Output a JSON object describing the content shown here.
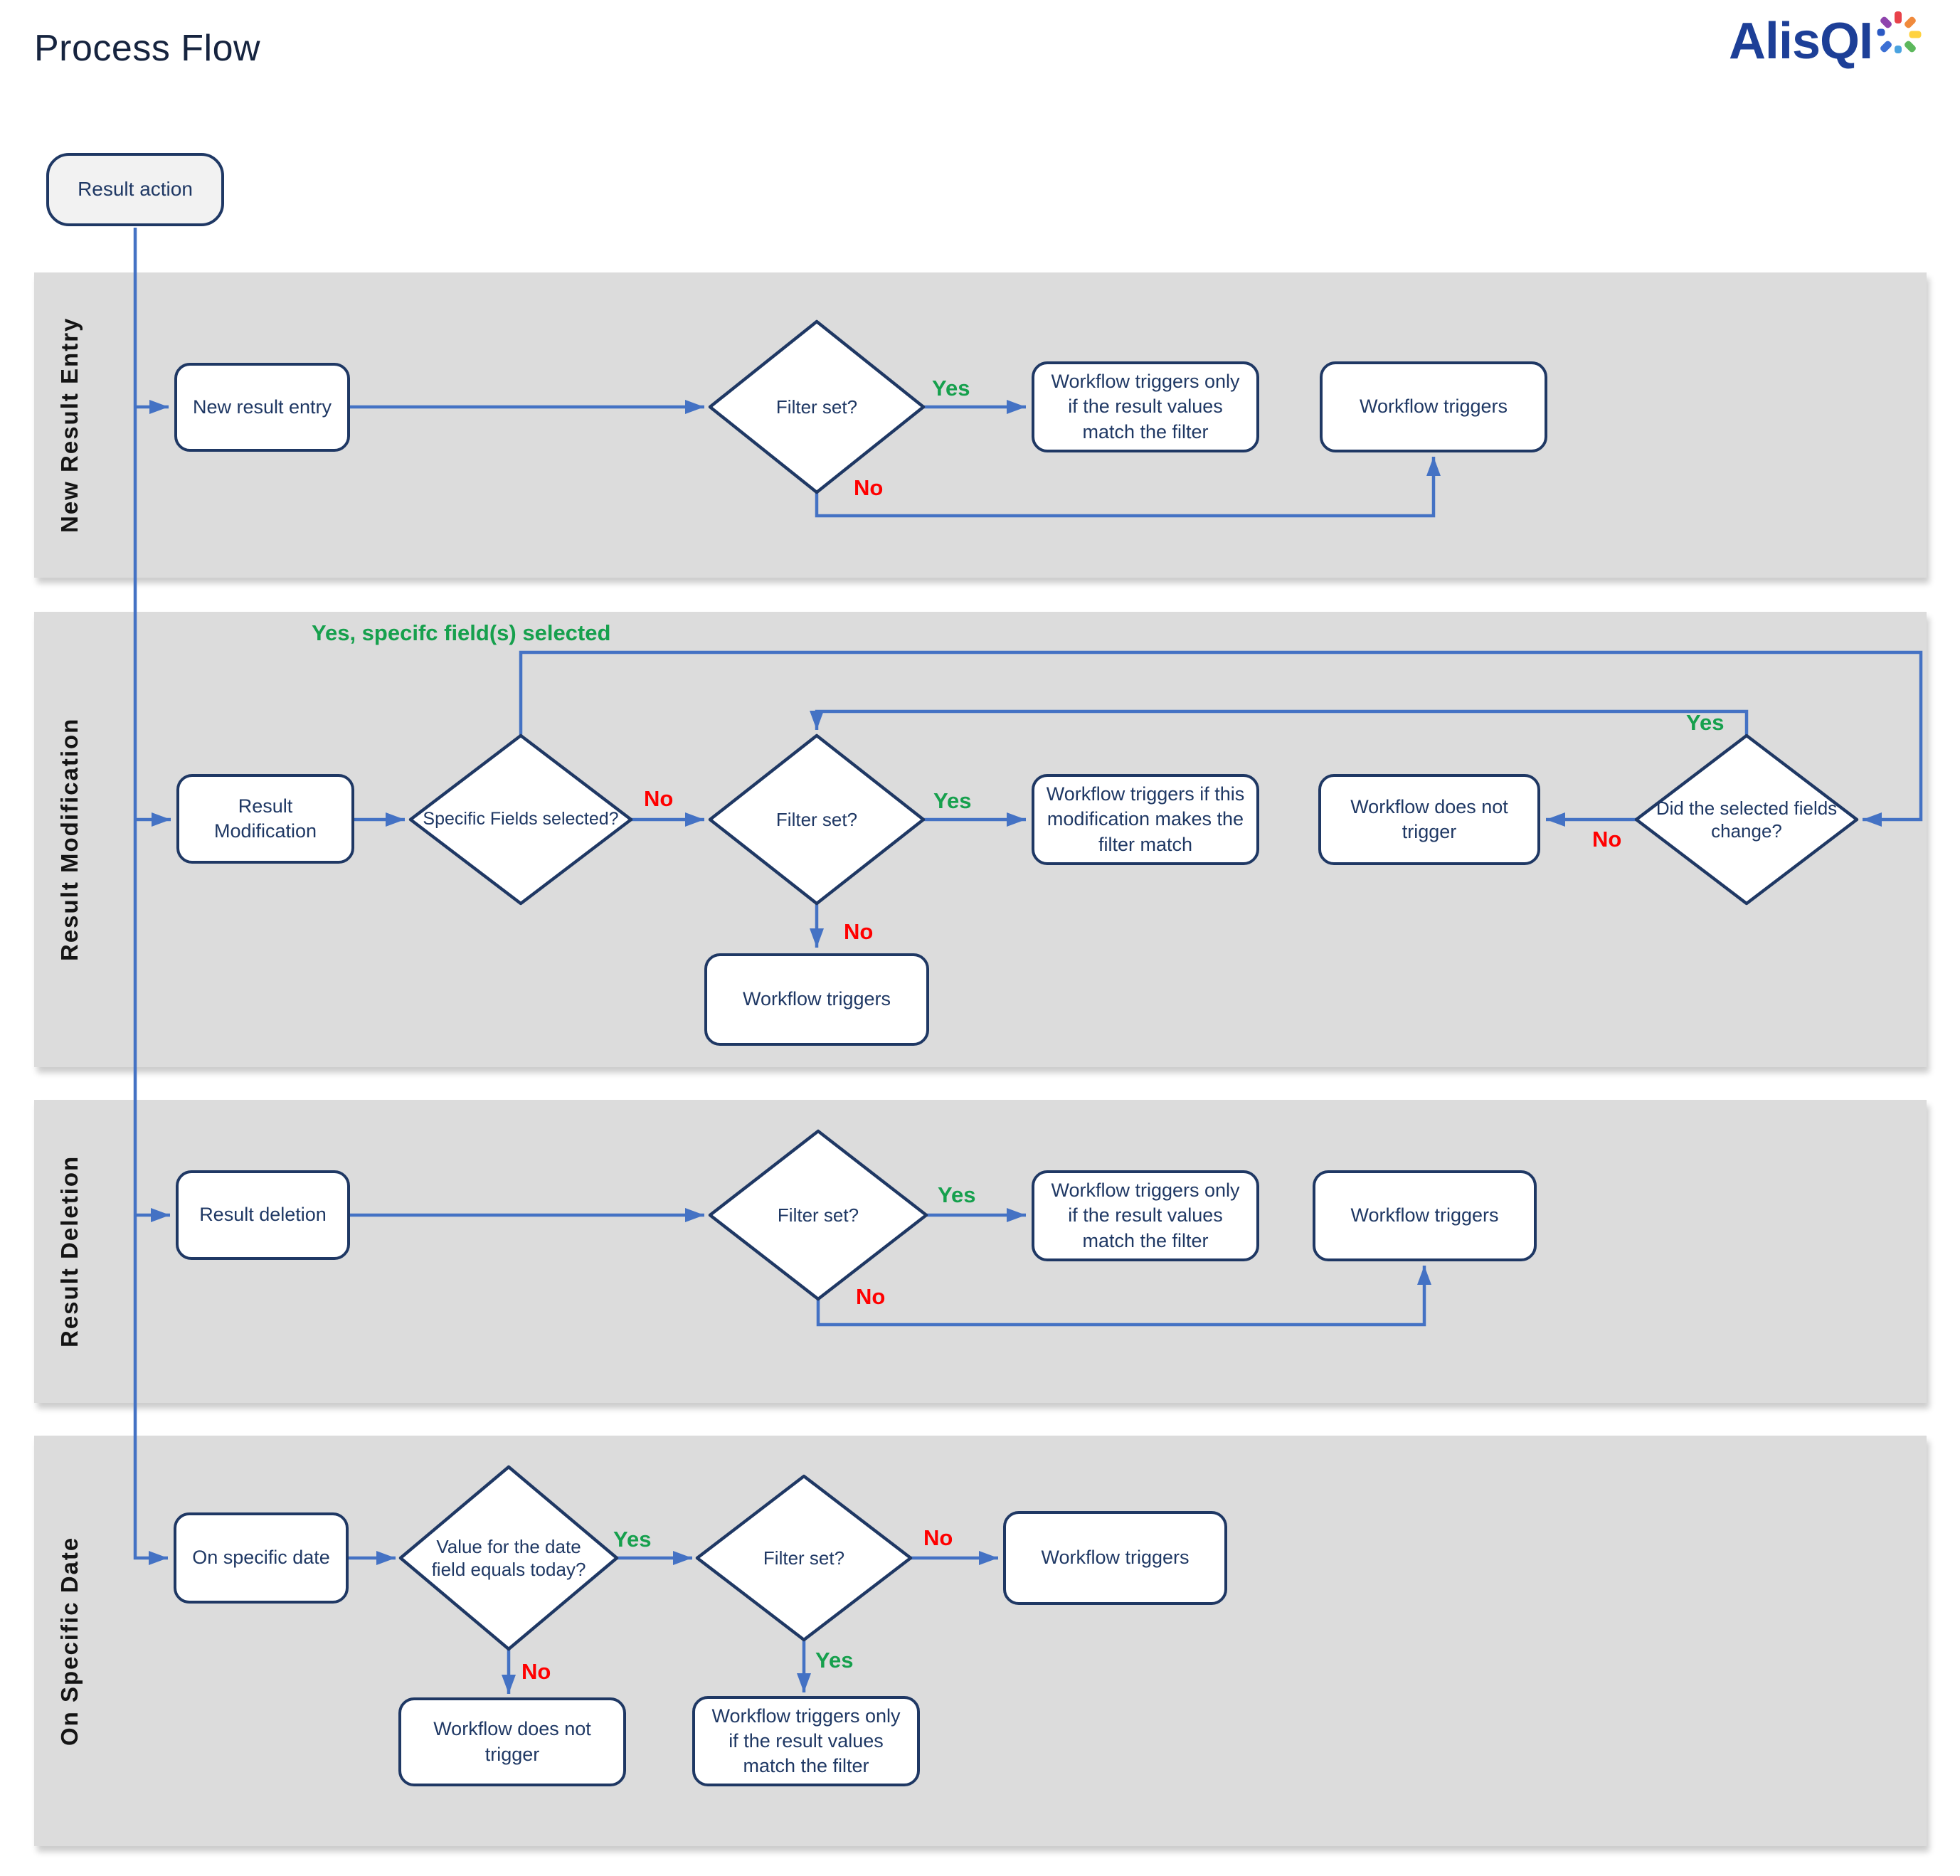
{
  "header": {
    "title": "Process Flow",
    "logo_text": "AlisQI"
  },
  "start": {
    "label": "Result action"
  },
  "lanes": [
    {
      "label": "New Result Entry"
    },
    {
      "label": "Result Modification"
    },
    {
      "label": "Result Deletion"
    },
    {
      "label": "On Specific Date"
    }
  ],
  "nodes": {
    "n1": "New result entry",
    "d1": "Filter set?",
    "b1": "Workflow triggers only if the result values match the filter",
    "b2": "Workflow triggers",
    "n2": "Result Modification",
    "d2": "Specific Fields selected?",
    "d3": "Filter set?",
    "b3": "Workflow triggers if this modification makes the filter match",
    "b4": "Workflow does not trigger",
    "d4": "Did the selected fields change?",
    "b5": "Workflow triggers",
    "n3": "Result deletion",
    "d5": "Filter set?",
    "b6": "Workflow triggers only if the result values match the filter",
    "b7": "Workflow triggers",
    "n4": "On specific date",
    "d6": "Value for the date field equals today?",
    "d7": "Filter set?",
    "b8": "Workflow triggers",
    "b9": "Workflow does not trigger",
    "b10": "Workflow triggers only if the result values match the filter"
  },
  "edges": {
    "loop_label": "Yes,  specifc field(s) selected",
    "l1_yes": "Yes",
    "l1_no": "No",
    "l2_fields_no": "No",
    "l2_filter_yes": "Yes",
    "l2_filter_no": "No",
    "l2_change_yes": "Yes",
    "l2_change_no": "No",
    "l3_yes": "Yes",
    "l3_no": "No",
    "l4_date_yes": "Yes",
    "l4_date_no": "No",
    "l4_filter_no": "No",
    "l4_filter_yes": "Yes"
  },
  "colors": {
    "arrow_blue": "#4472c4",
    "node_border_navy": "#1f3864",
    "node_text_navy": "#1f3864",
    "lane_gray": "#dcdcdc",
    "yes_green": "#16a04d",
    "no_red": "#ff0000",
    "logo_blue": "#1d3f97",
    "title_navy": "#16243f"
  }
}
